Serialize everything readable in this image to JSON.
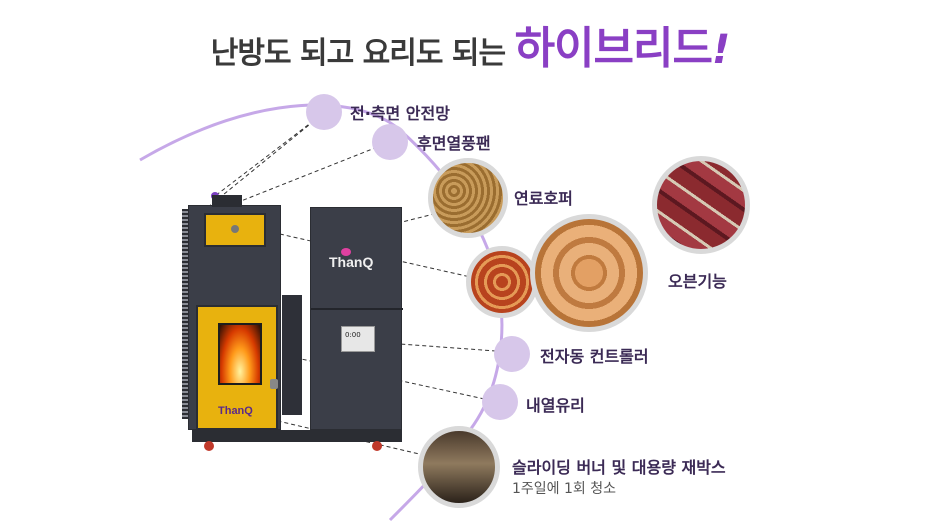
{
  "headline": {
    "prefix": "난방도 되고 요리도 되는",
    "accent": "하이브리드",
    "bang": "!"
  },
  "product": {
    "brand_small": "ThanQ",
    "brand_large": "ThanQ",
    "controller_display": "0:00"
  },
  "features": [
    {
      "label": "전·측면 안전망"
    },
    {
      "label": "후면열풍팬"
    },
    {
      "label": "연료호퍼"
    },
    {
      "label": "오븐기능"
    },
    {
      "label": "전자동 컨트롤러"
    },
    {
      "label": "내열유리"
    },
    {
      "label": "슬라이딩 버너 및 대용량 재박스",
      "sub": "1주일에 1회 청소"
    }
  ],
  "colors": {
    "accent": "#8a3fc4",
    "feature_dot": "#d7c7ea",
    "cabinet": "#3b3e48",
    "door_yellow": "#e8b20e",
    "orbit_line": "#b38be0"
  }
}
